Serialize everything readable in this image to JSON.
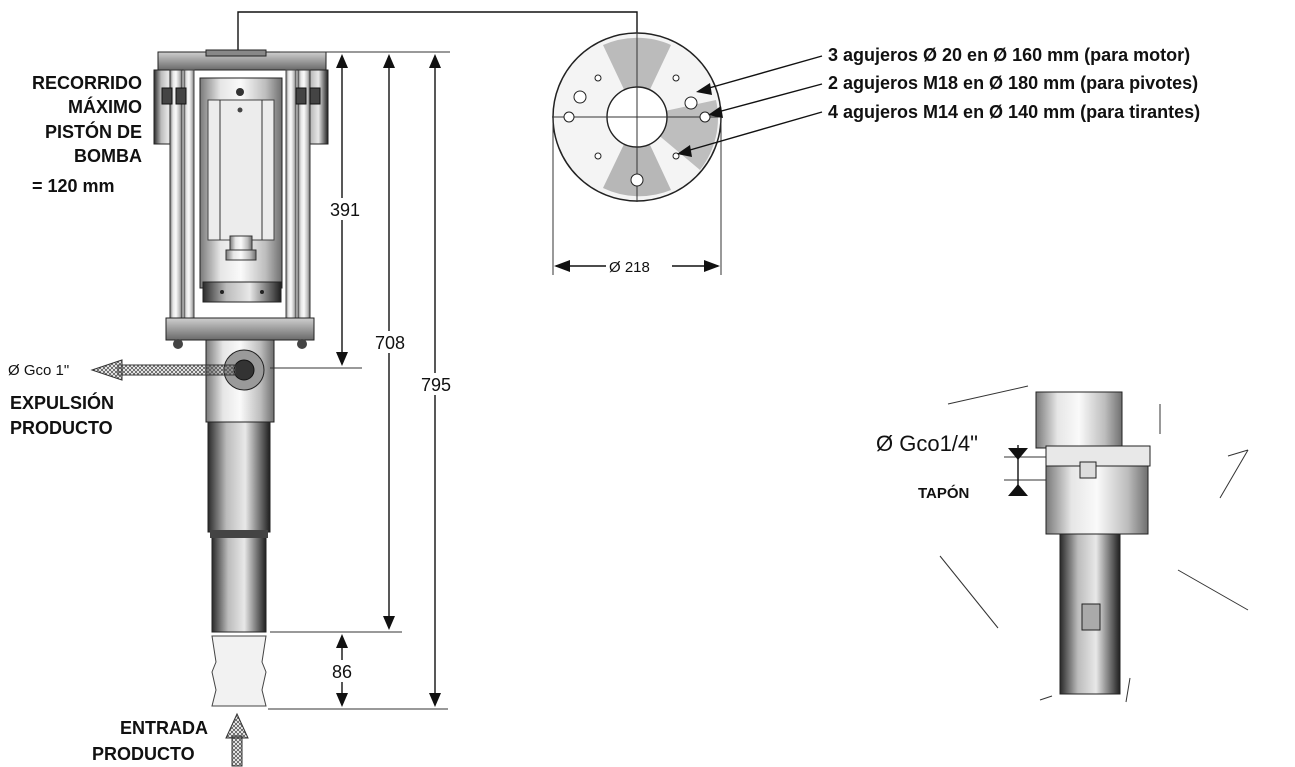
{
  "labels": {
    "stroke_lines": [
      "RECORRIDO",
      "MÁXIMO",
      "PISTÓN DE",
      "BOMBA",
      "= 120 mm"
    ],
    "outlet_spec": "Ø Gco 1\"",
    "outlet_lines": [
      "EXPULSIÓN",
      "PRODUCTO"
    ],
    "inlet_lines": [
      "ENTRADA",
      "PRODUCTO"
    ],
    "plug_spec": "Ø Gco1/4\"",
    "plug_label": "TAPÓN"
  },
  "dimensions": {
    "upper": "391",
    "middle": "708",
    "total": "795",
    "lower": "86",
    "flange_diameter": "Ø 218"
  },
  "holes": [
    "3 agujeros Ø 20 en Ø 160 mm (para motor)",
    "2 agujeros M18 en Ø 180 mm (para pivotes)",
    "4 agujeros M14 en Ø 140 mm (para tirantes)"
  ]
}
